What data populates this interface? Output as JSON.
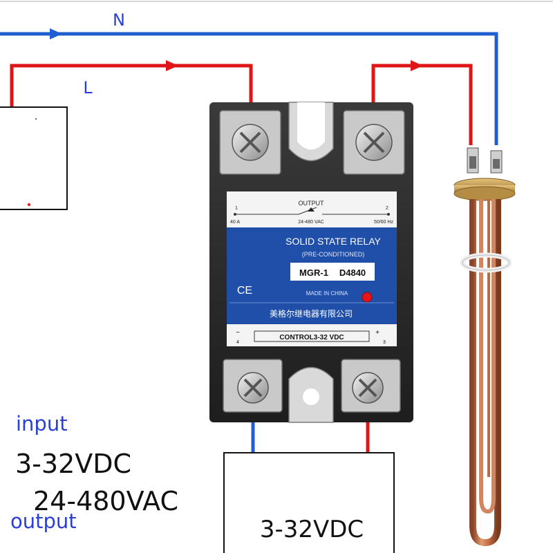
{
  "colors": {
    "neutral_wire": "#1f5fd0",
    "live_wire": "#e01616",
    "relay_blue": "#1f4fa8",
    "relay_body": "#2a2a2a",
    "label_blue": "#2a3fd6",
    "copper": "#c8724a"
  },
  "wires": {
    "neutral_label": "N",
    "live_label": "L"
  },
  "relay": {
    "output_label": "OUTPUT",
    "terminal_1": "1",
    "terminal_2": "2",
    "current_rating": "40 A",
    "voltage_rating": "24-480 VAC",
    "frequency": "50/60 Hz",
    "title": "SOLID STATE RELAY",
    "subtitle": "(PRE-CONDITIONED)",
    "model": "MGR-1",
    "model_code": "D4840",
    "ce_mark": "CE",
    "made_in": "MADE IN CHINA",
    "company": "美格尔继电器有限公司",
    "control_label": "CONTROL3-32 VDC",
    "minus_sign": "−",
    "plus_sign": "+",
    "terminal_4": "4",
    "terminal_3": "3"
  },
  "labels": {
    "input": "input",
    "input_voltage": "3-32VDC",
    "output_voltage": "24-480VAC",
    "output": "output",
    "control_box": "3-32VDC"
  }
}
